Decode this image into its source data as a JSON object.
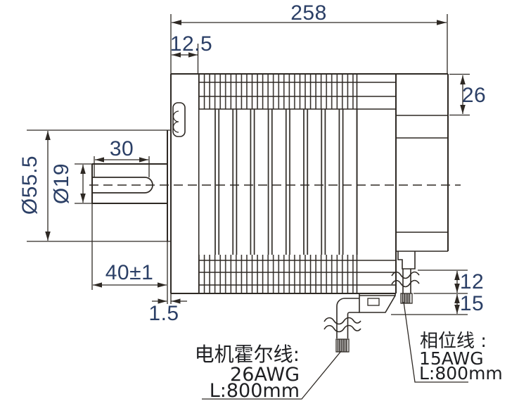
{
  "drawing": {
    "type": "motor-outline-dimension-drawing",
    "dimensions": {
      "total_length": "258",
      "front_flange_length": "12.5",
      "rear_cover_height": "26",
      "keyway_length": "30",
      "shaft_diameter": "Ø19",
      "pilot_boss_diameter": "Ø55.5",
      "shaft_length": "40±1",
      "pilot_boss_thickness": "1.5",
      "phase_wire_drop": "12",
      "phase_wire_tip": "15"
    },
    "labels": {
      "hall_wire": {
        "title": "电机霍尔线:",
        "gauge": "26AWG",
        "length": "L:800mm"
      },
      "phase_wire": {
        "title": "相位线 :",
        "gauge": "15AWG",
        "length": "L:800mm"
      }
    },
    "colors": {
      "line": "#2e2924",
      "dimension_text": "#2b3f66",
      "label_text": "#1e1f22",
      "background": "#ffffff"
    }
  }
}
